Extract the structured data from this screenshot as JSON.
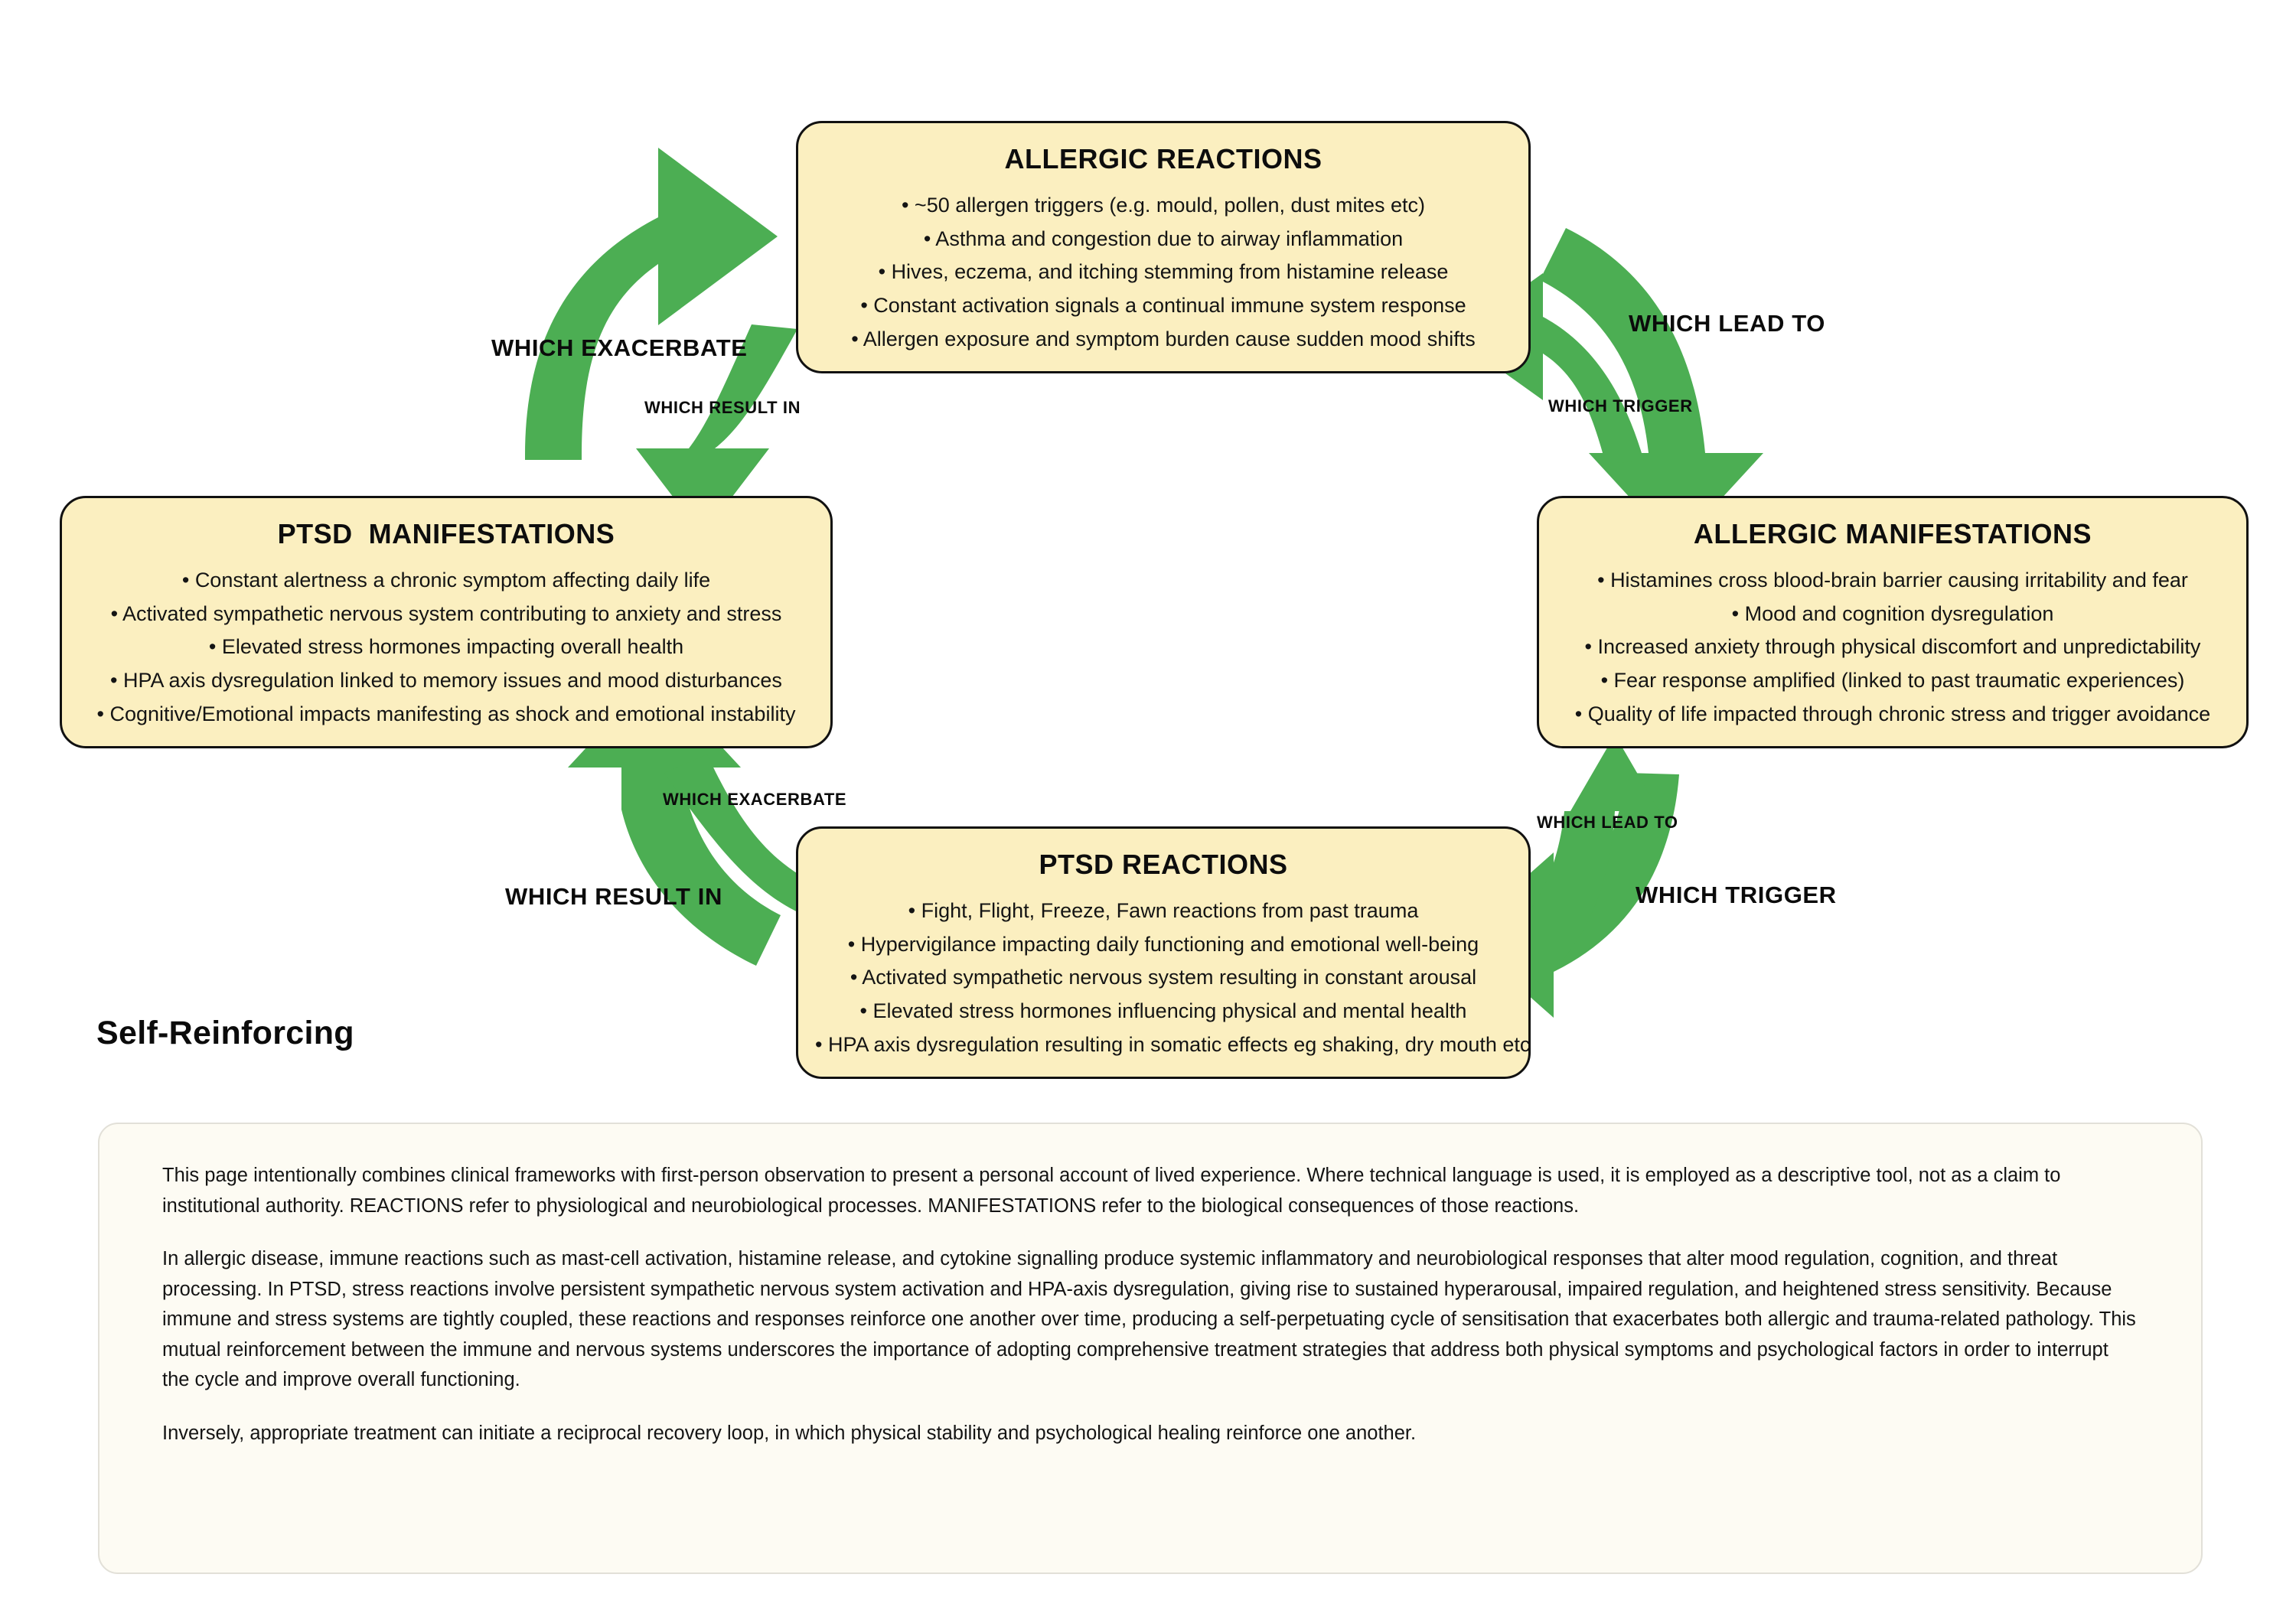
{
  "colors": {
    "arrow_green": "#4CAE53",
    "box_fill": "#FBEFC0",
    "box_border": "#111111",
    "note_fill": "#FDFBF3",
    "note_border": "#E2E0D8",
    "text": "#141414"
  },
  "nodes": {
    "allergic_reactions": {
      "title": "ALLERGIC REACTIONS",
      "items": [
        "• ~50 allergen triggers (e.g. mould, pollen, dust mites etc)",
        "• Asthma and congestion due to airway inflammation",
        "• Hives, eczema, and itching stemming from histamine release",
        "• Constant activation signals a continual immune system response",
        "• Allergen exposure and symptom burden cause sudden mood shifts"
      ]
    },
    "ptsd_manifestations": {
      "title": "PTSD  MANIFESTATIONS",
      "items": [
        "• Constant alertness a chronic symptom affecting daily life",
        "• Activated sympathetic nervous system contributing to anxiety and stress",
        "• Elevated stress hormones impacting overall health",
        "• HPA axis dysregulation linked to memory issues and mood disturbances",
        "• Cognitive/Emotional impacts manifesting as shock and emotional instability"
      ]
    },
    "allergic_manifestations": {
      "title": "ALLERGIC MANIFESTATIONS",
      "items": [
        "• Histamines cross blood-brain barrier causing irritability and fear",
        "• Mood and cognition dysregulation",
        "• Increased anxiety through physical discomfort and unpredictability",
        "• Fear response amplified (linked to past traumatic experiences)",
        "• Quality of life impacted through chronic stress and trigger avoidance"
      ]
    },
    "ptsd_reactions": {
      "title": "PTSD REACTIONS",
      "items": [
        "• Fight, Flight, Freeze, Fawn reactions from past trauma",
        "• Hypervigilance impacting daily functioning and emotional well-being",
        "• Activated sympathetic nervous system resulting in constant arousal",
        "• Elevated stress hormones influencing physical and mental health",
        "• HPA axis dysregulation resulting in somatic effects eg shaking, dry mouth etc"
      ]
    }
  },
  "arrow_labels": {
    "which_exacerbate_top": "WHICH EXACERBATE",
    "which_result_in_top": "WHICH RESULT IN",
    "which_lead_to_top": "WHICH LEAD TO",
    "which_trigger_top": "WHICH TRIGGER",
    "which_exacerbate_bottom": "WHICH EXACERBATE",
    "which_result_in_bottom": "WHICH RESULT IN",
    "which_lead_to_bottom": "WHICH LEAD TO",
    "which_trigger_bottom": "WHICH TRIGGER"
  },
  "caption": {
    "self_reinforcing": "Self-Reinforcing"
  },
  "note": {
    "paragraphs": [
      "This page intentionally combines clinical frameworks with first-person observation to present a personal account of lived experience. Where technical language is used, it is employed as a descriptive tool, not as a claim to institutional authority. REACTIONS refer to  physiological and neurobiological processes.  MANIFESTATIONS refer to the biological consequences of those reactions.",
      "In allergic disease, immune reactions such as mast-cell activation, histamine release, and cytokine signalling produce systemic inflammatory and neurobiological responses that alter mood regulation, cognition, and threat processing. In PTSD,  stress reactions involve persistent sympathetic nervous system activation and HPA-axis dysregulation, giving rise to sustained hyperarousal, impaired regulation, and heightened stress sensitivity. Because immune and stress systems are tightly coupled, these reactions and responses reinforce one another over time, producing a self-perpetuating cycle of sensitisation that exacerbates both allergic and trauma-related pathology. This mutual reinforcement between the immune and nervous systems underscores the importance of adopting comprehensive treatment strategies that address both physical symptoms and psychological factors in order to interrupt the cycle and improve overall functioning.",
      "Inversely, appropriate treatment can initiate a reciprocal recovery loop, in which physical stability and psychological healing reinforce one another."
    ]
  }
}
